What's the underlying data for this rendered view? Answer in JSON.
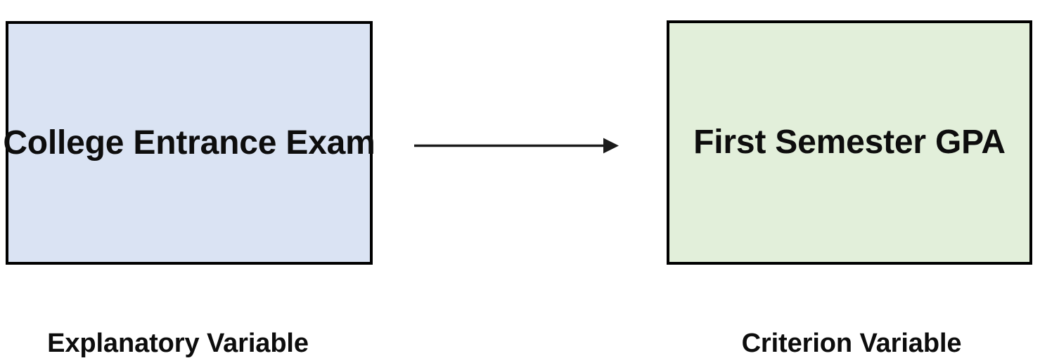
{
  "diagram": {
    "type": "two-node-directed-relationship",
    "background_color": "#ffffff",
    "nodes": [
      {
        "id": "explanatory",
        "box_text": "College Entrance Exam",
        "caption": "Explanatory Variable",
        "fill_color": "#DAE3F3",
        "border_color": "#000000",
        "text_color": "#0D0D0D"
      },
      {
        "id": "criterion",
        "box_text": "First Semester GPA",
        "caption": "Criterion Variable",
        "fill_color": "#E2EFDA",
        "border_color": "#000000",
        "text_color": "#0D0D0D"
      }
    ],
    "connector": {
      "icon": "right-arrow-icon",
      "direction": "left-to-right",
      "from": "explanatory",
      "to": "criterion",
      "color": "#1A1A1A",
      "label": ""
    }
  }
}
